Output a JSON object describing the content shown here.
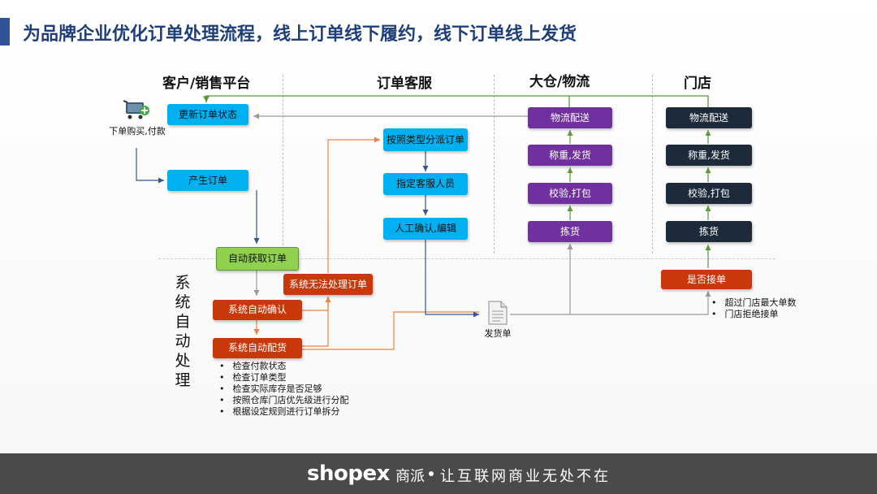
{
  "title": "为品牌企业优化订单处理流程，线上订单线下履约，线下订单线上发货",
  "columns": [
    "客户/销售平台",
    "订单客服",
    "大仓/物流",
    "门店"
  ],
  "customer": {
    "buy_label": "下单购买,付款",
    "update_status": "更新订单状态",
    "create_order": "产生订单"
  },
  "service": {
    "dispatch": "按照类型分派订单",
    "assign": "指定客服人员",
    "manual": "人工确认,编辑"
  },
  "warehouse": {
    "steps": [
      "物流配送",
      "称重,发货",
      "校验,打包",
      "拣货"
    ]
  },
  "store": {
    "steps": [
      "物流配送",
      "称重,发货",
      "校验,打包",
      "拣货"
    ],
    "accept": "是否接单",
    "reasons": [
      "超过门店最大单数",
      "门店拒绝接单"
    ]
  },
  "system": {
    "label": "系统自动处理",
    "fetch": "自动获取订单",
    "confirm": "系统自动确认",
    "allocate": "系统自动配货",
    "fail": "系统无法处理订单",
    "checks": [
      "检查付款状态",
      "检查订单类型",
      "检查实际库存是否足够",
      "按照仓库门店优先级进行分配",
      "根据设定规则进行订单拆分"
    ]
  },
  "shipping_doc": "发货单",
  "footer": {
    "brand": "shopex",
    "brand_cn": "商派",
    "slogan": "让互联网商业无处不在"
  },
  "colors": {
    "title": "#1f3f7a",
    "cyan": "#00b0f0",
    "purple": "#7030a0",
    "navy": "#1c2a3a",
    "red": "#c9380a",
    "green": "#8fd14f",
    "footer": "#4a4a4a"
  }
}
